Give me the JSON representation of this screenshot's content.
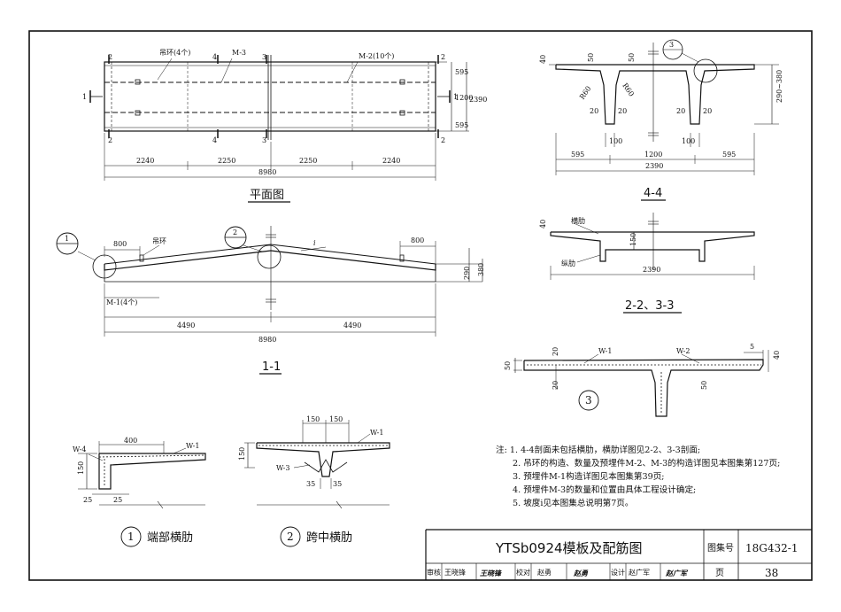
{
  "sheet": {
    "title": "YTSb0924模板及配筋图",
    "atlas_label": "图集号",
    "atlas_no": "18G432-1",
    "page_label": "页",
    "page_no": "38",
    "approval": [
      {
        "role": "审核",
        "name": "王晓锋",
        "signature": "王晓锋"
      },
      {
        "role": "校对",
        "name": "赵勇",
        "signature": "赵勇"
      },
      {
        "role": "设计",
        "name": "赵广军",
        "signature": "赵广军"
      }
    ]
  },
  "plan": {
    "caption": "平面图",
    "labels": {
      "lift_ring": "吊环(4个)",
      "m3": "M-3",
      "m2": "M-2(10个)"
    },
    "section_marks": {
      "s1": "1",
      "s2": "2",
      "s3": "3",
      "s4": "4"
    },
    "widths": [
      "595",
      "1200",
      "595"
    ],
    "total_width": "2390",
    "segments": [
      "2240",
      "2250",
      "2250",
      "2240"
    ],
    "total_length": "8980"
  },
  "section11": {
    "caption": "1-1",
    "labels": {
      "ring": "吊环",
      "m1": "M-1(4个)",
      "slope": "i"
    },
    "callouts": [
      "1",
      "2"
    ],
    "dims": {
      "end_left": "800",
      "end_right": "800",
      "h_mid": "290",
      "h_total": "380"
    },
    "halves": [
      "4490",
      "4490"
    ],
    "total": "8980"
  },
  "section44": {
    "caption": "4-4",
    "callout": "3",
    "dims": {
      "flange": "50",
      "flange2": "50",
      "top": "40",
      "r1": "R60",
      "r2": "R60",
      "slope1": "20",
      "slope2": "20",
      "slope3": "20",
      "slope4": "20",
      "rib1": "100",
      "rib2": "100",
      "height": "290~380"
    },
    "widths": [
      "595",
      "1200",
      "595"
    ],
    "total": "2390"
  },
  "section22": {
    "caption": "2-2、3-3",
    "labels": {
      "cross_rib": "横肋",
      "long_rib": "纵肋"
    },
    "dims": {
      "top": "40",
      "h": "150"
    },
    "total": "2390"
  },
  "detail3": {
    "callout": "3",
    "labels": {
      "w1": "W-1",
      "w2": "W-2"
    },
    "dims": {
      "t1": "50",
      "t2": "20",
      "t3": "20",
      "t4": "50",
      "t5": "5",
      "t6": "40"
    }
  },
  "detail1": {
    "num": "1",
    "caption": "端部横肋",
    "labels": {
      "w4": "W-4",
      "w1": "W-1"
    },
    "dims": {
      "len": "400",
      "h": "150",
      "b1": "25",
      "b2": "25"
    }
  },
  "detail2": {
    "num": "2",
    "caption": "跨中横肋",
    "labels": {
      "w1": "W-1",
      "w3": "W-3"
    },
    "dims": {
      "a": "150",
      "b": "150",
      "h": "150",
      "c": "35",
      "d": "35"
    }
  },
  "notes": [
    "注: 1. 4-4剖面未包括横肋，横肋详图见2-2、3-3剖面;",
    "2. 吊环的构造、数量及预埋件M-2、M-3的构造详图见本图集第127页;",
    "3. 预埋件M-1构造详图见本图集第39页;",
    "4. 预埋件M-3的数量和位置由具体工程设计确定;",
    "5. 坡度i见本图集总说明第7页。"
  ]
}
